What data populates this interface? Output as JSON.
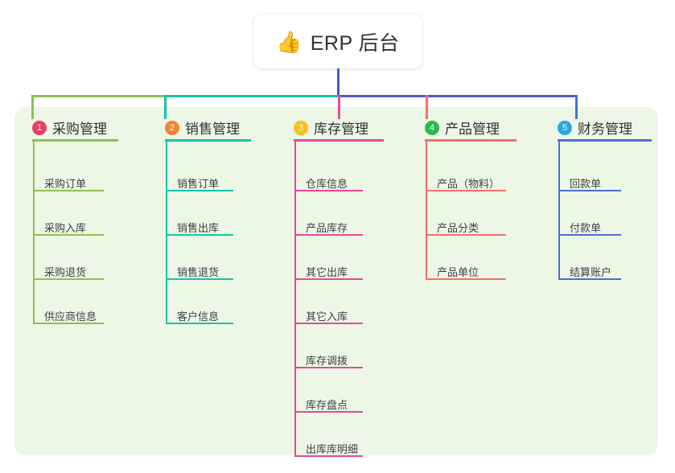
{
  "diagram": {
    "type": "mindmap-org-chart",
    "background_color": "#ffffff",
    "panel_color": "#edf7e6",
    "root": {
      "icon": "thumbs-up-icon",
      "emoji": "👍",
      "label": "ERP 后台"
    },
    "columns": [
      {
        "number": "1",
        "title": "采购管理",
        "badge_color": "#ea3f63",
        "line_color": "#8cc152",
        "items": [
          {
            "label": "采购订单"
          },
          {
            "label": "采购入库"
          },
          {
            "label": "采购退货"
          },
          {
            "label": "供应商信息"
          }
        ]
      },
      {
        "number": "2",
        "title": "销售管理",
        "badge_color": "#f08437",
        "line_color": "#16c4ab",
        "items": [
          {
            "label": "销售订单"
          },
          {
            "label": "销售出库"
          },
          {
            "label": "销售退货"
          },
          {
            "label": "客户信息"
          }
        ]
      },
      {
        "number": "3",
        "title": "库存管理",
        "badge_color": "#f5c020",
        "line_color": "#e8479b",
        "items": [
          {
            "label": "仓库信息"
          },
          {
            "label": "产品库存"
          },
          {
            "label": "其它出库"
          },
          {
            "label": "其它入库"
          },
          {
            "label": "库存调拨"
          },
          {
            "label": "库存盘点"
          },
          {
            "label": "出库库明细"
          }
        ]
      },
      {
        "number": "4",
        "title": "产品管理",
        "badge_color": "#2cb84c",
        "line_color": "#f4706b",
        "items": [
          {
            "label": "产品（物料）"
          },
          {
            "label": "产品分类"
          },
          {
            "label": "产品单位"
          }
        ]
      },
      {
        "number": "5",
        "title": "财务管理",
        "badge_color": "#2ba7e0",
        "line_color": "#4a6fd4",
        "items": [
          {
            "label": "回款单"
          },
          {
            "label": "付款单"
          },
          {
            "label": "结算账户"
          }
        ]
      }
    ],
    "bus": {
      "stem_color": "#4a55cf",
      "segments": [
        {
          "color": "#8cc152"
        },
        {
          "color": "#16c4ab"
        },
        {
          "color": "#5458c8"
        }
      ]
    }
  }
}
